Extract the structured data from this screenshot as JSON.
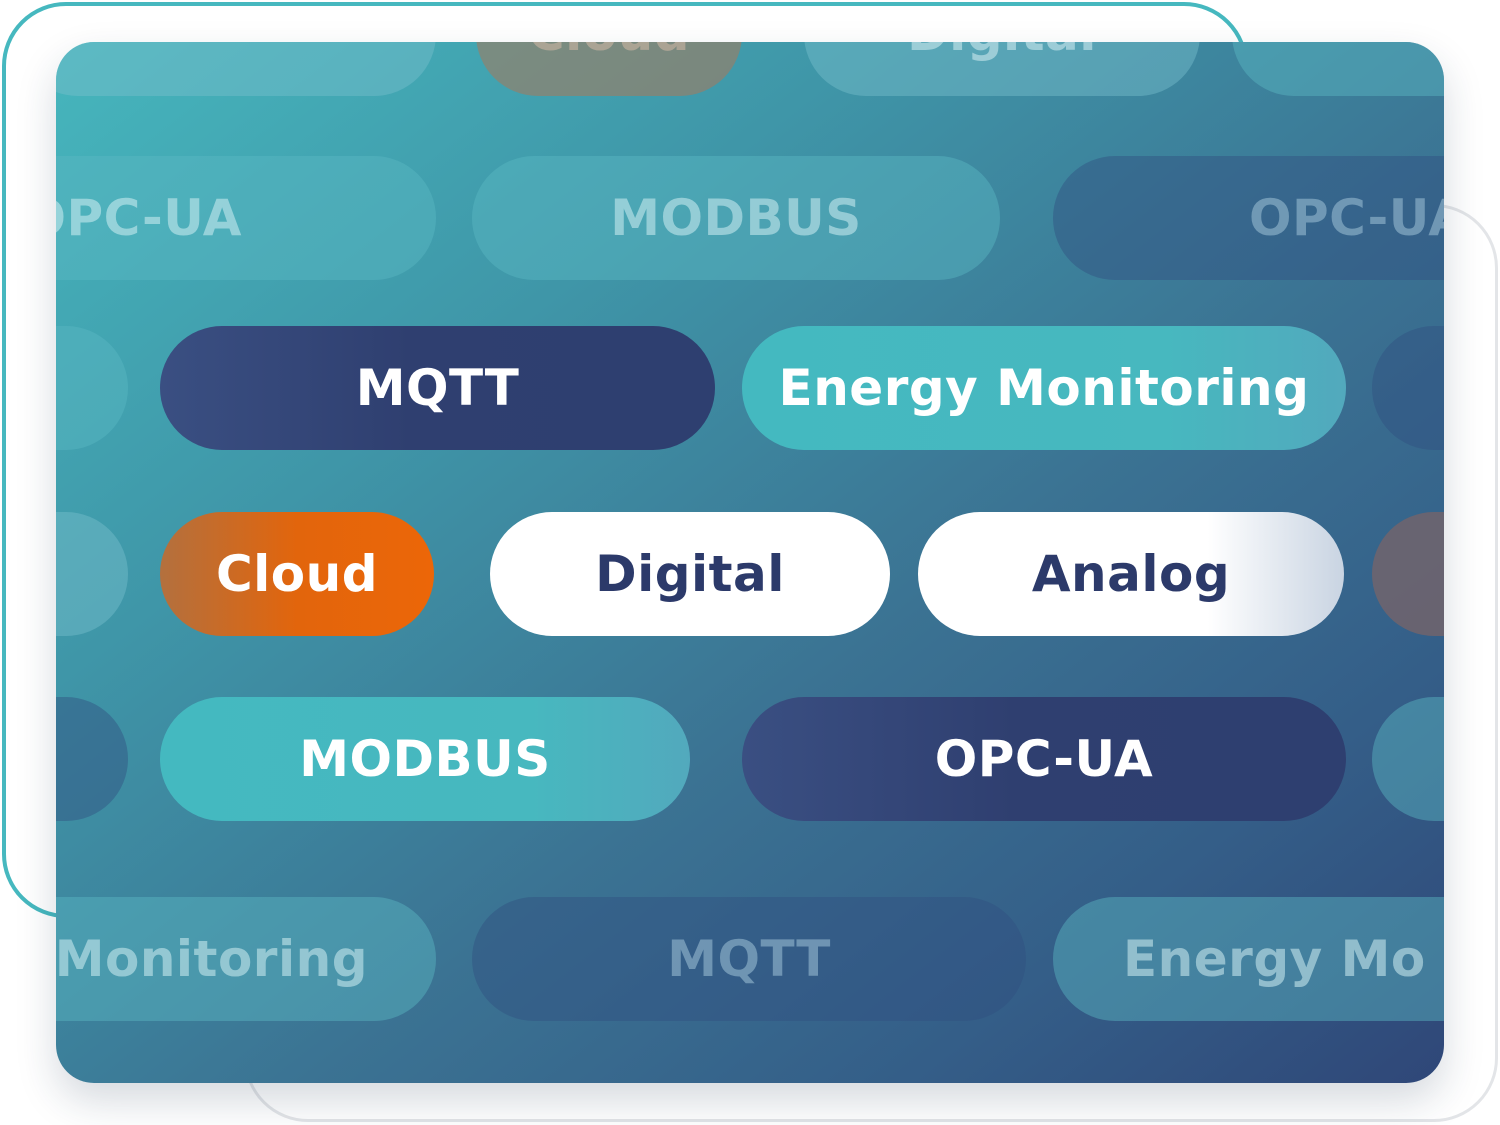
{
  "background_pills": {
    "row1": [
      "",
      "Cloud",
      "Digital",
      ""
    ],
    "row2": [
      "OPC-UA",
      "MODBUS",
      "OPC-UA"
    ],
    "row6": [
      "Monitoring",
      "MQTT",
      "Energy Mo"
    ]
  },
  "foreground_pills": {
    "mqtt": "MQTT",
    "energy_monitoring": "Energy Monitoring",
    "cloud": "Cloud",
    "digital": "Digital",
    "analog": "Analog",
    "modbus": "MODBUS",
    "opc_ua": "OPC-UA"
  },
  "colors": {
    "teal": "#46b8bf",
    "navy": "#2f3f70",
    "orange": "#ec6608",
    "white": "#ffffff",
    "text_dark": "#2c3a6a"
  }
}
